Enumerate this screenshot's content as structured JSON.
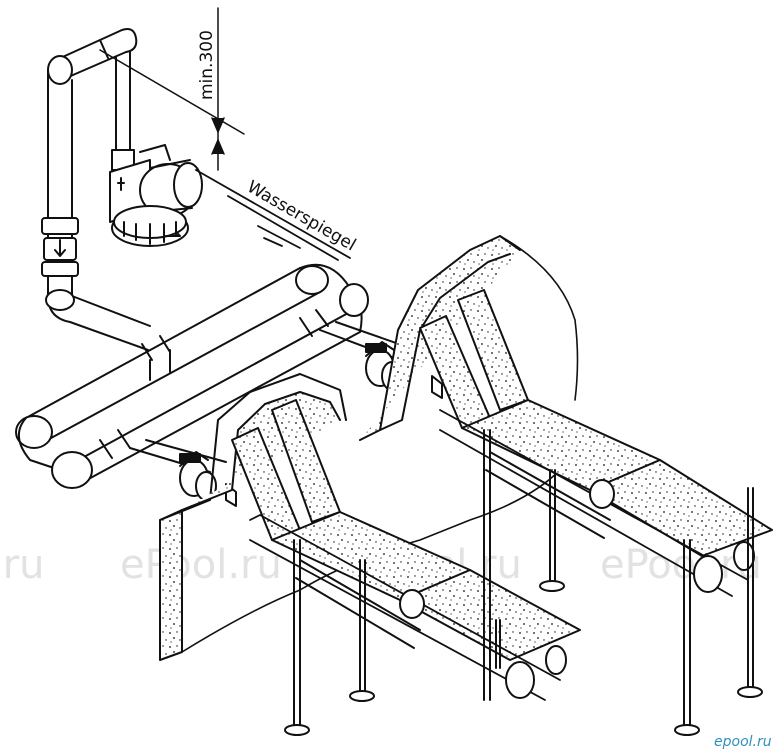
{
  "labels": {
    "min_distance": "min.300",
    "water_level": "Wasserspiegel"
  },
  "watermark": {
    "text_1": ".ru",
    "text_2": "ePool.ru",
    "text_3": "ePool.ru",
    "text_4": "ePool.ru"
  },
  "brand": "epool.ru",
  "colors": {
    "line": "#111111",
    "background": "#ffffff",
    "watermark": "#e2e2e2",
    "brand": "#2f8fbf"
  }
}
